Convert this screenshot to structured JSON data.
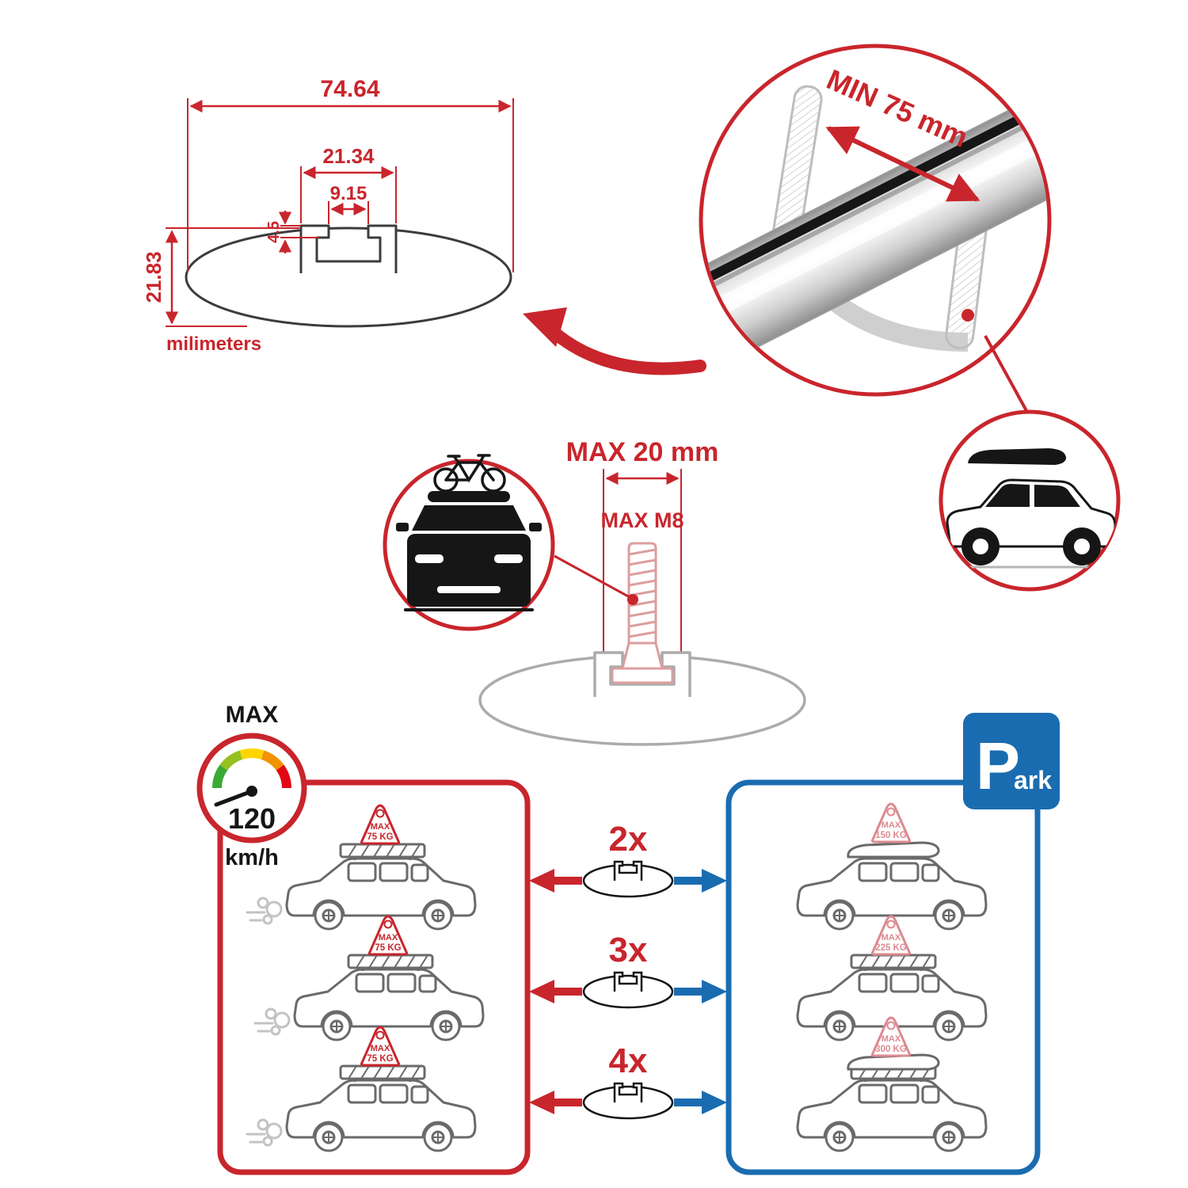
{
  "colors": {
    "accent_red": "#c9252c",
    "accent_blue": "#1a6cb0",
    "profile_gray": "#ababab",
    "dark": "#161616"
  },
  "dimension_drawing": {
    "width_total": "74.64",
    "slot_outer_width": "21.34",
    "slot_inner_width": "9.15",
    "lip_depth": "4.5",
    "height_total": "21.83",
    "units_label": "milimeters"
  },
  "bar_detail": {
    "min_span_label": "MIN 75 mm"
  },
  "bolt_detail": {
    "max_width_label": "MAX 20 mm",
    "max_thread_label": "MAX M8"
  },
  "speed_limit": {
    "title": "MAX",
    "value": "120",
    "units": "km/h"
  },
  "parking_sign": {
    "letter": "P",
    "suffix": "ark"
  },
  "quantity_rows": [
    {
      "label": "2x"
    },
    {
      "label": "3x"
    },
    {
      "label": "4x"
    }
  ],
  "driving_panel": {
    "cars": [
      {
        "load_label": "MAX",
        "load_value": "75 KG"
      },
      {
        "load_label": "MAX",
        "load_value": "75 KG"
      },
      {
        "load_label": "MAX",
        "load_value": "75 KG"
      }
    ]
  },
  "parked_panel": {
    "cars": [
      {
        "load_label": "MAX",
        "load_value": "150 KG"
      },
      {
        "load_label": "MAX",
        "load_value": "225 KG"
      },
      {
        "load_label": "MAX",
        "load_value": "300 KG"
      }
    ]
  }
}
